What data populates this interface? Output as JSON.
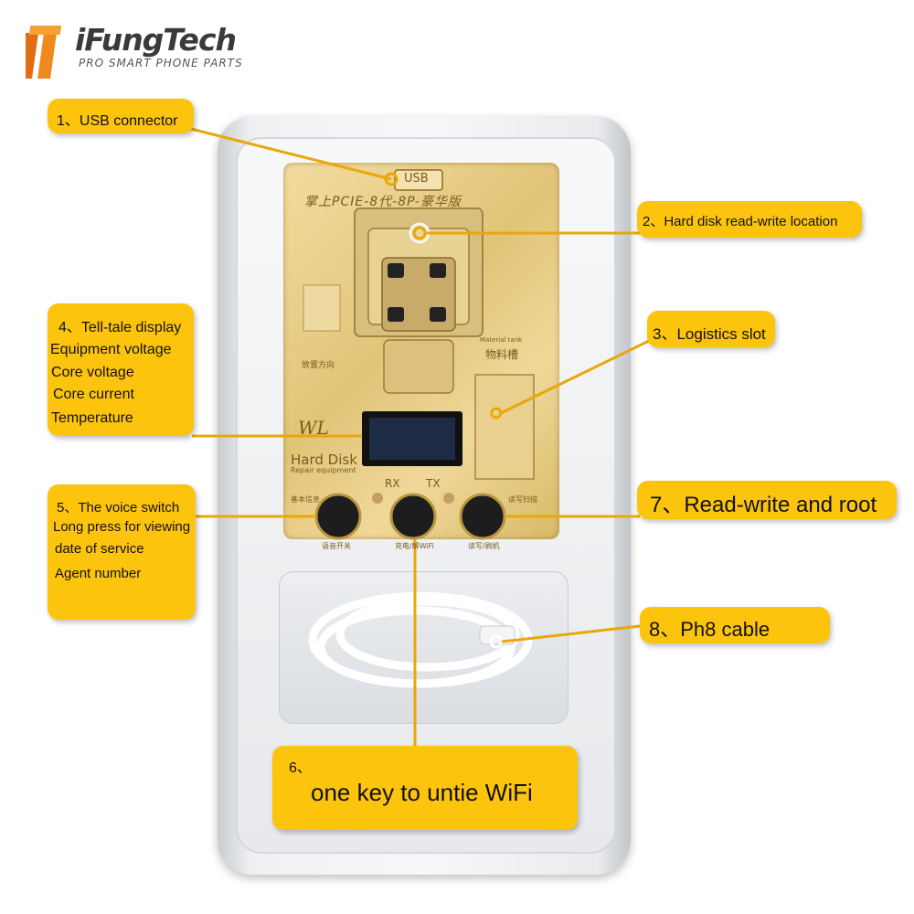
{
  "logo": {
    "brand": "iFungTech",
    "tagline": "PRO SMART PHONE PARTS"
  },
  "device": {
    "usb_label": "USB",
    "board_title": "掌上PCIE-8代-8P-豪华版",
    "material_label_en": "Material tank",
    "material_label_cn": "物料槽",
    "placement_label": "放置方向",
    "logo_mark": "WL",
    "screen_label": "Hard Disk",
    "screen_sublabel": "Repair equipment",
    "rx_label": "RX",
    "tx_label": "TX",
    "btn_left_top": "基本信息",
    "btn_left_bottom": "语音开关",
    "btn_mid_bottom": "充电/解WiFi",
    "btn_right_top": "读写扫描",
    "btn_right_bottom": "读写/刷机"
  },
  "callouts": {
    "c1": {
      "label": "1、USB connector"
    },
    "c2": {
      "label": "2、Hard disk read-write location"
    },
    "c3": {
      "label": "3、Logistics slot"
    },
    "c4": {
      "label": "4、Tell-tale display",
      "lines": [
        "Equipment voltage",
        "Core voltage",
        "Core current",
        "Temperature"
      ]
    },
    "c5": {
      "label": "5、The voice switch",
      "lines": [
        "Long press for viewing",
        "date of service",
        "Agent number"
      ]
    },
    "c6": {
      "number": "6、",
      "label": "one key to untie WiFi"
    },
    "c7": {
      "label": "7、Read-write and root"
    },
    "c8": {
      "label": "8、Ph8 cable"
    }
  },
  "colors": {
    "callout": "#fdc40d",
    "leader": "#e8a80a",
    "board": "#e2c478"
  }
}
